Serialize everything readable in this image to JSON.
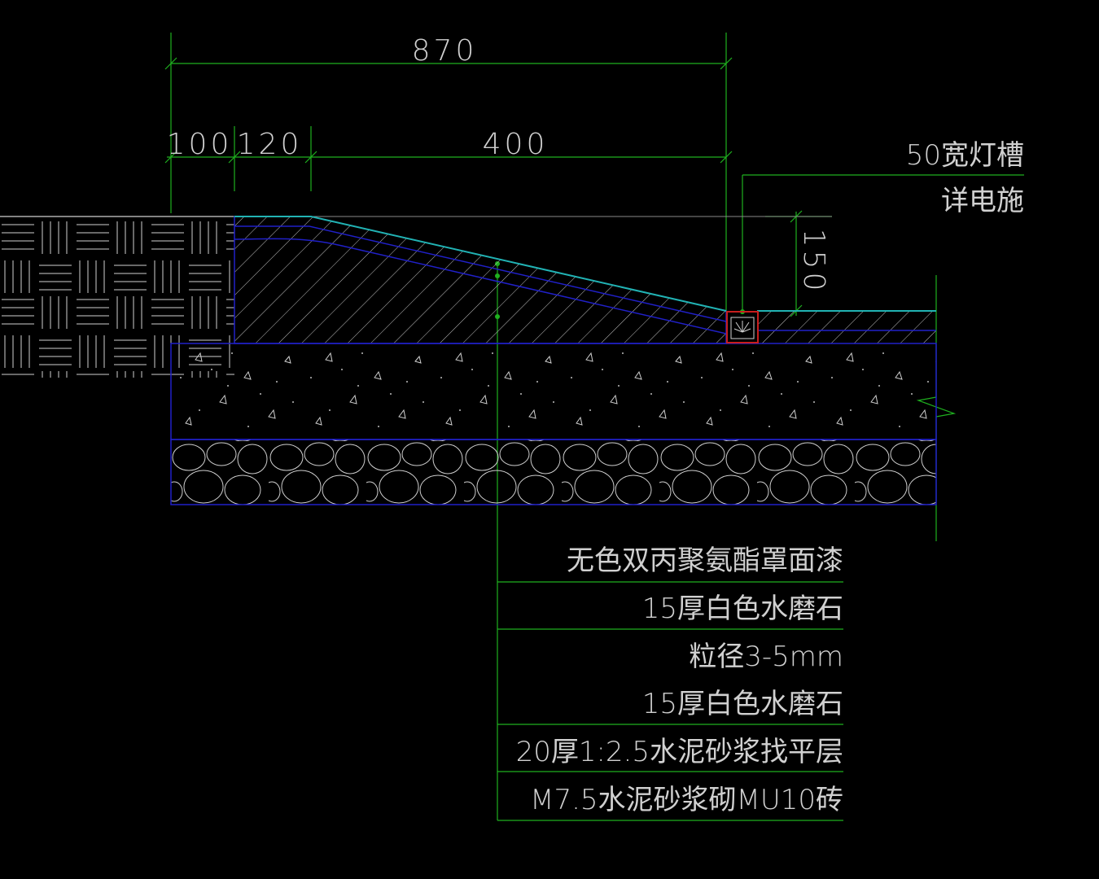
{
  "dimensions": {
    "total": "870",
    "seg1": "100",
    "seg2": "120",
    "seg3": "400",
    "height": "150"
  },
  "light_slot": {
    "line1": "50宽灯槽",
    "line2": "详电施"
  },
  "layers": [
    "无色双丙聚氨酯罩面漆",
    "15厚白色水磨石",
    "粒径3-5mm",
    "15厚白色水磨石",
    "20厚1:2.5水泥砂浆找平层",
    "M7.5水泥砂浆砌MU10砖"
  ],
  "colors": {
    "background": "#000000",
    "dimension_line": "#1fb01f",
    "text": "#d0d0d0",
    "layer_outline": "#2020c8",
    "surface": "#21b3b3",
    "hatch": "#c8c8c8",
    "light_fixture": "#c81e1e"
  }
}
